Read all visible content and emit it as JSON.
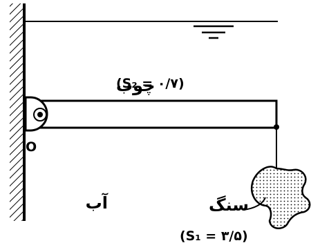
{
  "labels": {
    "wood": "چوب",
    "wood_sg": "(S₂ = ۰/۷)",
    "pivot": "O",
    "water": "آب",
    "stone": "سنگ",
    "stone_sg": "(S₁ = ۳/۵)"
  },
  "colors": {
    "ink": "#000000",
    "background": "#ffffff",
    "stone_fill": "#d8d8d8"
  },
  "icons": {
    "water_surface": "free-surface-symbol",
    "wall": "hatched-wall",
    "pivot": "hinge-pin-icon"
  }
}
